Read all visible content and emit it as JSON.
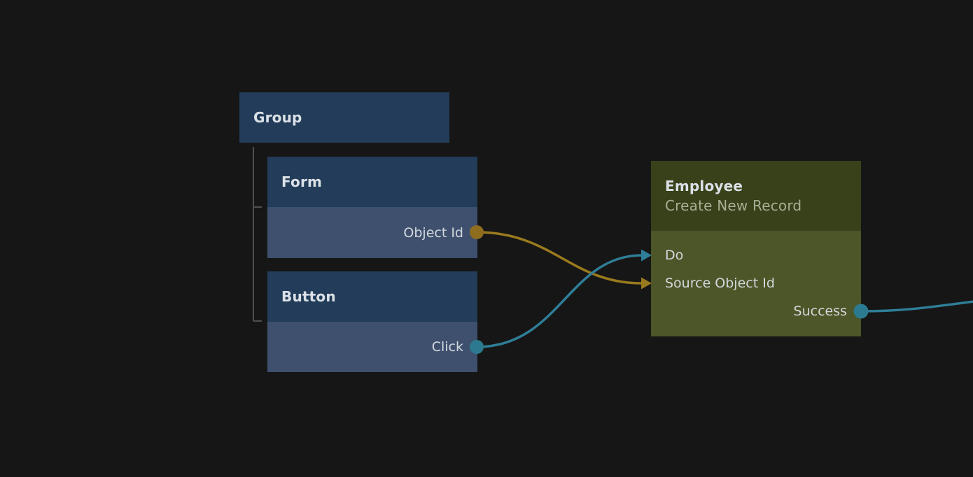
{
  "colors": {
    "background": "#161616",
    "node_header_blue": "#223C59",
    "node_body_blue": "#3E506E",
    "node_header_olive": "#384119",
    "node_body_olive": "#4C5628",
    "wire_orange": "#9A7A1E",
    "wire_teal": "#2F7E97",
    "port_orange": "#8F6D1F",
    "port_teal": "#2C7A8F",
    "tree_line": "#4F4F4F",
    "title_text": "#DCE1E7",
    "label_text": "#D3D8DD",
    "subtitle_text": "#A6B096"
  },
  "nodes": {
    "group": {
      "title": "Group"
    },
    "form": {
      "title": "Form",
      "ports": [
        {
          "label": "Object Id",
          "direction": "output",
          "color": "#8F6D1F"
        }
      ]
    },
    "button": {
      "title": "Button",
      "ports": [
        {
          "label": "Click",
          "direction": "output",
          "color": "#2C7A8F"
        }
      ]
    },
    "employee": {
      "title": "Employee",
      "subtitle": "Create New Record",
      "ports": [
        {
          "label": "Do",
          "direction": "input",
          "color": "#2F7E97"
        },
        {
          "label": "Source Object Id",
          "direction": "input",
          "color": "#9A7A1E"
        },
        {
          "label": "Success",
          "direction": "output",
          "color": "#2C7A8F"
        }
      ]
    }
  },
  "hierarchy": {
    "parent": "Group",
    "children": [
      "Form",
      "Button"
    ]
  },
  "edges": [
    {
      "from": "Form.Object Id",
      "to": "Employee.Source Object Id",
      "color": "#9A7A1E"
    },
    {
      "from": "Button.Click",
      "to": "Employee.Do",
      "color": "#2F7E97"
    },
    {
      "from": "Employee.Success",
      "to": "offscreen-right",
      "color": "#2F7E97"
    }
  ]
}
